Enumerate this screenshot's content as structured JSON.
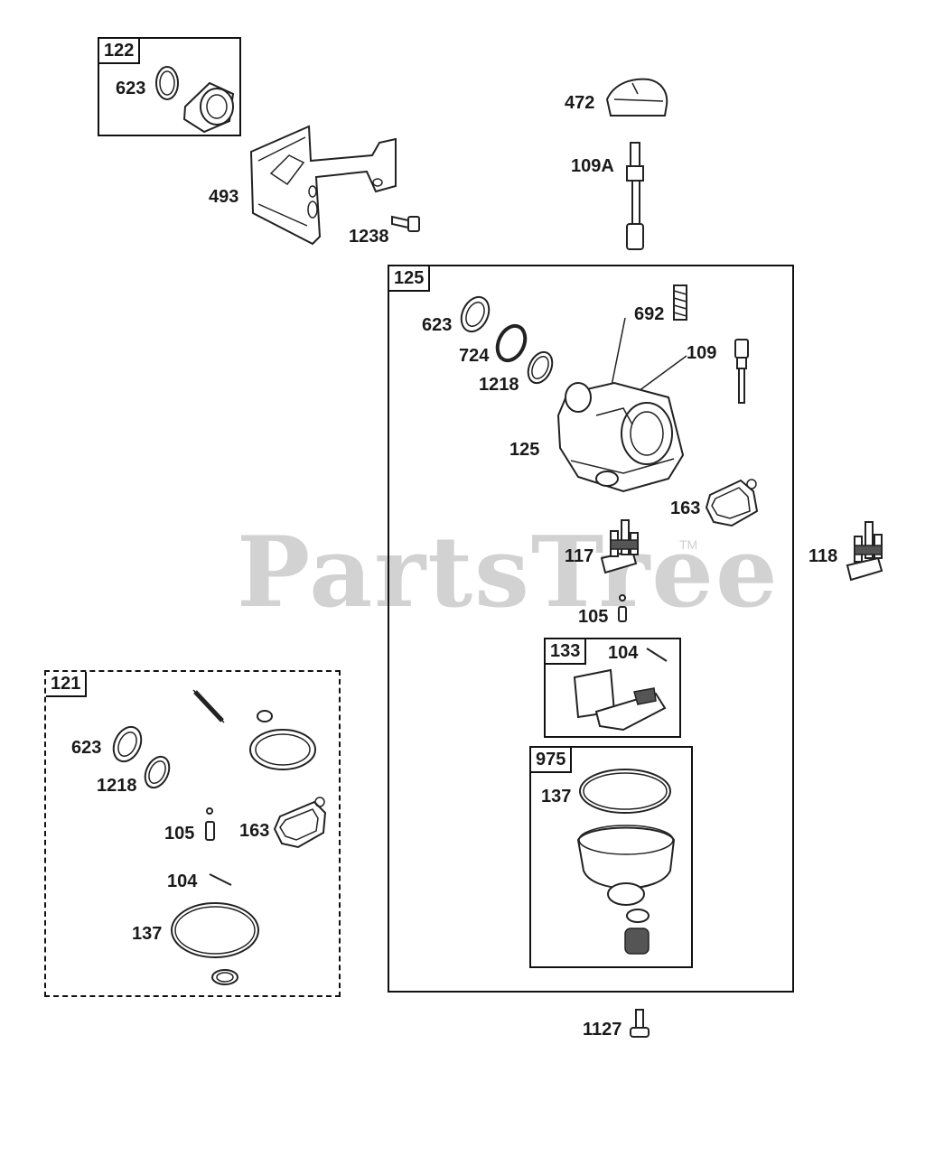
{
  "watermark": {
    "text": "PartsTree",
    "trademark": "TM"
  },
  "boxes": {
    "b122": "122",
    "b121": "121",
    "b125": "125",
    "b133": "133",
    "b975": "975"
  },
  "labels": {
    "l623a": "623",
    "l472": "472",
    "l109a": "109A",
    "l493": "493",
    "l1238": "1238",
    "l623b": "623",
    "l692": "692",
    "l724": "724",
    "l109": "109",
    "l1218a": "1218",
    "l125": "125",
    "l163a": "163",
    "l117": "117",
    "l118": "118",
    "l105a": "105",
    "l104a": "104",
    "l137a": "137",
    "l623c": "623",
    "l1218b": "1218",
    "l105b": "105",
    "l163b": "163",
    "l104b": "104",
    "l137b": "137",
    "l1127": "1127"
  }
}
